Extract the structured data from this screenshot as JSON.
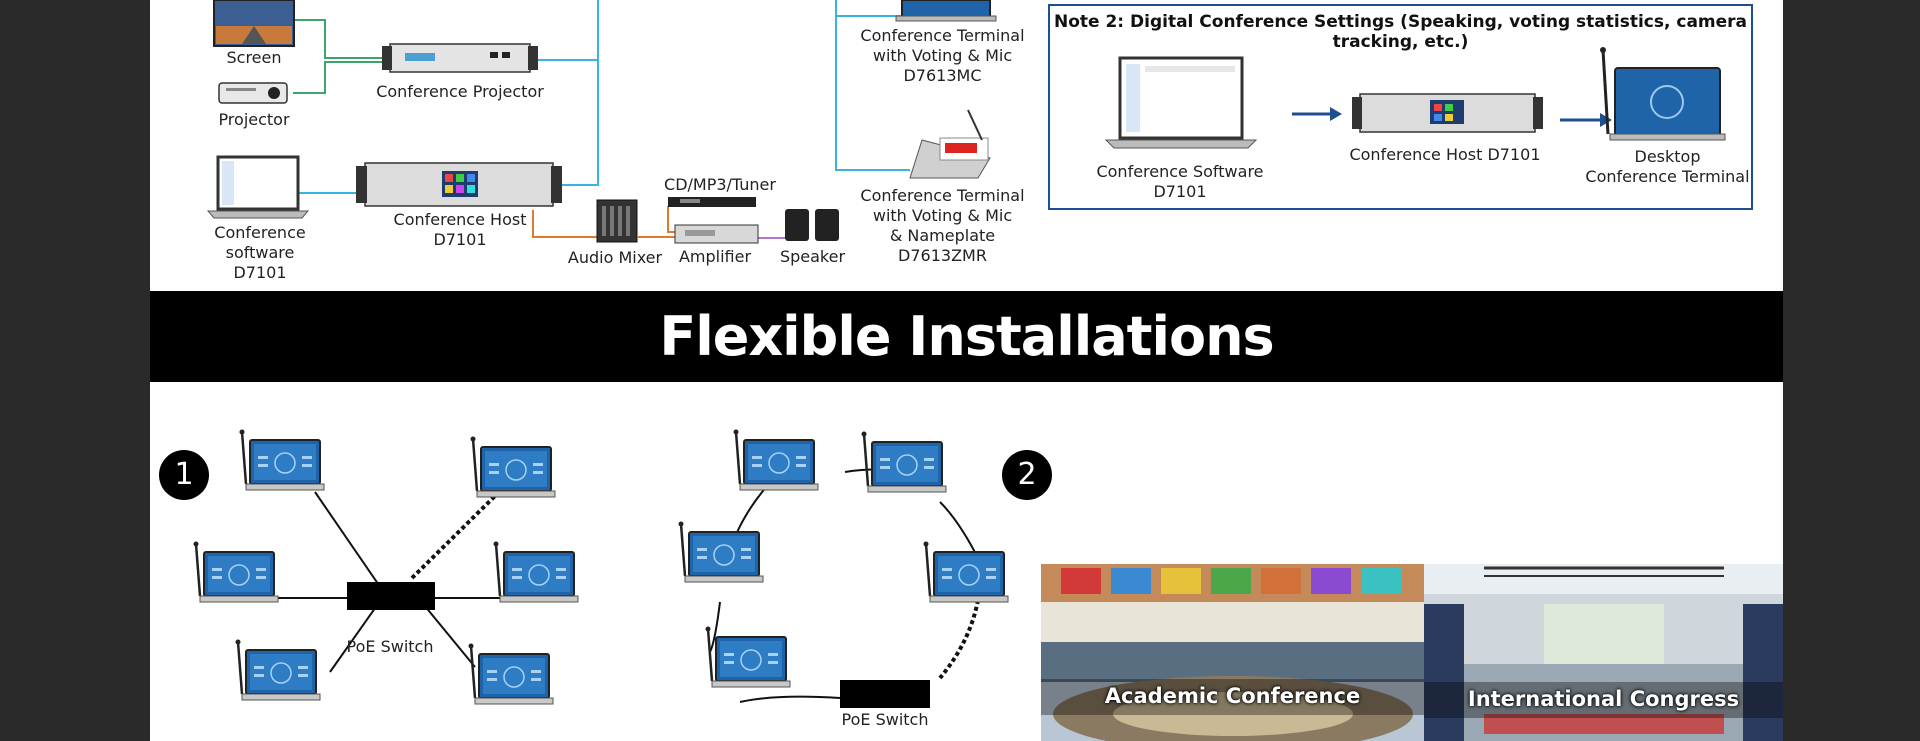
{
  "top": {
    "labels": {
      "screen": "Screen",
      "projector": "Projector",
      "conference_projector": "Conference Projector",
      "conference_software": "Conference software\nD7101",
      "conference_host": "Conference Host\nD7101",
      "audio_mixer": "Audio Mixer",
      "cd_tuner": "CD/MP3/Tuner",
      "amplifier": "Amplifier",
      "speaker": "Speaker",
      "terminal_mc": "Conference Terminal\nwith Voting & Mic\nD7613MC",
      "terminal_zmr": "Conference Terminal\nwith Voting & Mic\n& Nameplate\nD7613ZMR"
    },
    "note": {
      "title": "Note 2: Digital Conference Settings (Speaking, voting statistics, camera tracking, etc.)",
      "software": "Conference Software D7101",
      "host": "Conference Host D7101",
      "terminal": "Desktop\nConference Terminal"
    }
  },
  "banner": {
    "title": "Flexible Installations"
  },
  "bottom": {
    "marker_1": "1",
    "marker_2": "2",
    "star_switch": "PoE Switch",
    "ring_switch": "PoE Switch",
    "photo_1": "Academic Conference",
    "photo_2": "International Congress"
  },
  "colors": {
    "accent_blue": "#1d4f91",
    "line_cyan": "#3bb3e0",
    "line_green": "#3aa66b",
    "line_orange": "#e07a2e",
    "line_purple": "#b276c9"
  }
}
